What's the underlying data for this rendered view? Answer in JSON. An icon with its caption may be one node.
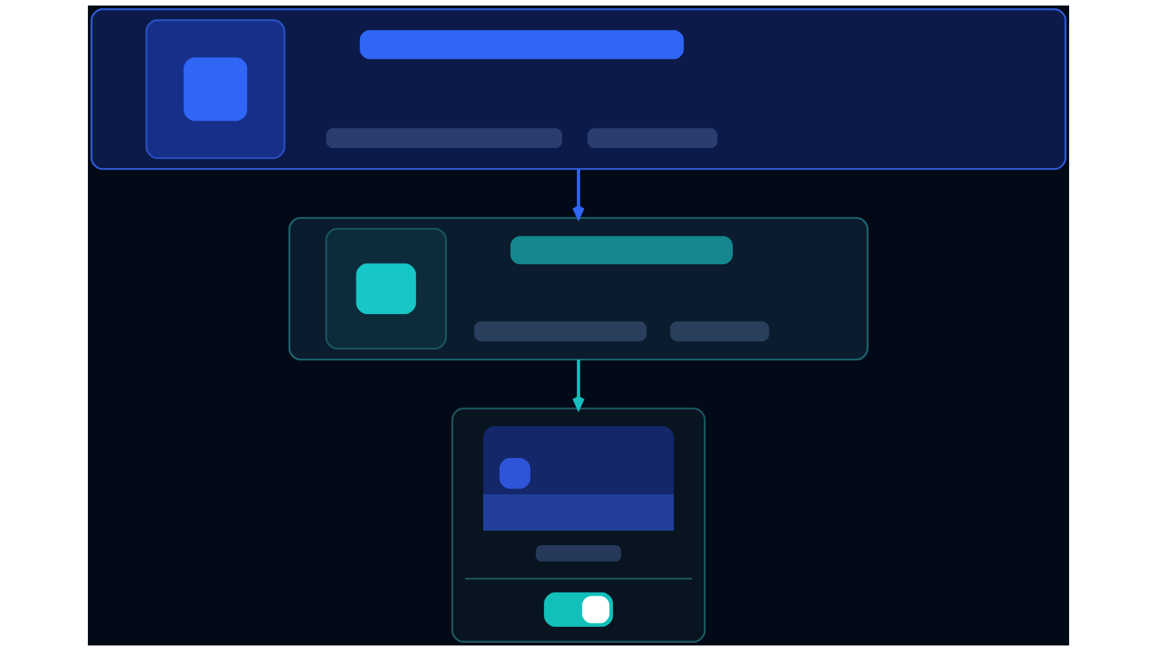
{
  "diagram": {
    "nodes": [
      {
        "text": [],
        "shape": "box"
      },
      {
        "text": [],
        "shape": "box"
      },
      {
        "text": [],
        "shape": "box"
      }
    ],
    "edges": [
      {
        "from": 0,
        "to": 1,
        "arrow": "to",
        "color": "#2f66f5"
      },
      {
        "from": 1,
        "to": 2,
        "arrow": "to",
        "color": "#17bfc0"
      }
    ]
  }
}
